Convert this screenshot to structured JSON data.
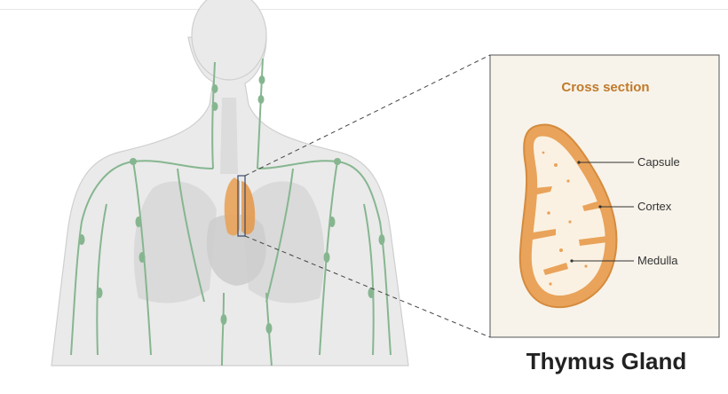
{
  "diagram": {
    "inset_title": "Cross section",
    "labels": {
      "capsule": "Capsule",
      "cortex": "Cortex",
      "medulla": "Medulla"
    },
    "main_title": "Thymus Gland"
  },
  "colors": {
    "lymph_green": "#86b690",
    "thymus_orange": "#e9a35a",
    "inset_bg": "#f7f3ea",
    "title_orange": "#c07a2c"
  }
}
